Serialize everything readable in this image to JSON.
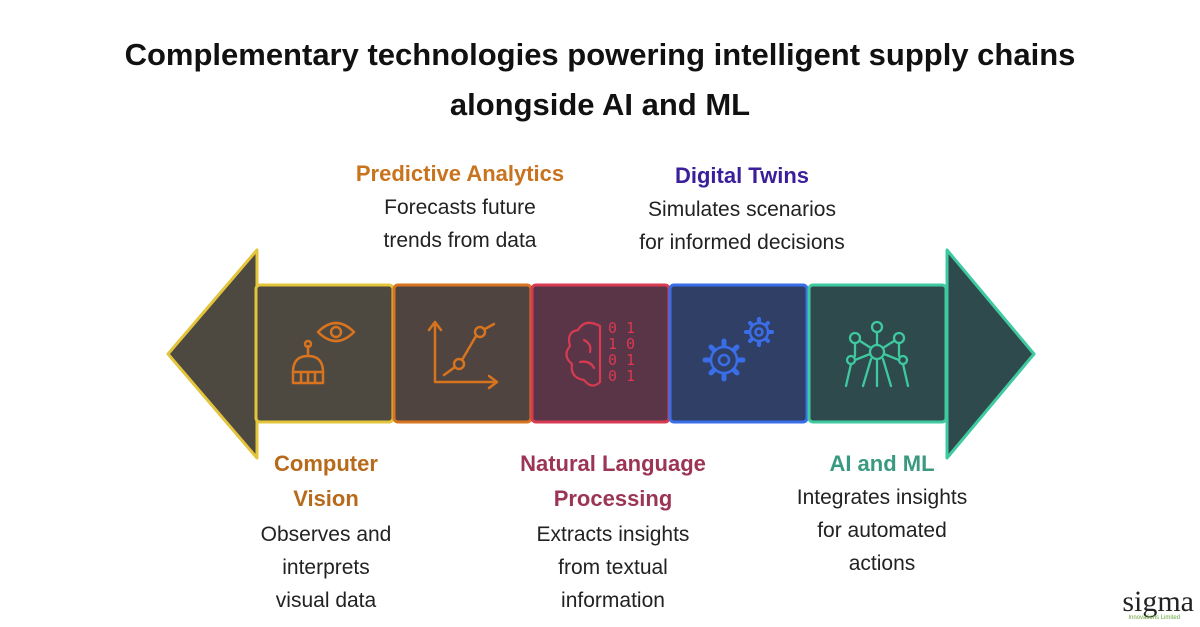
{
  "title": {
    "line1": "Complementary technologies powering intelligent supply chains",
    "line2": "alongside AI and ML"
  },
  "segments": [
    {
      "name": "Computer Vision",
      "head_line1": "Computer",
      "head_line2": "Vision",
      "desc_lines": [
        "Observes and",
        "interprets",
        "visual data"
      ],
      "color": "#b86a1b",
      "border": "#e3c43a",
      "fill": "#4d4941",
      "icon": "robot-eye-icon"
    },
    {
      "name": "Predictive Analytics",
      "head_line1": "Predictive Analytics",
      "desc_lines": [
        "Forecasts future",
        "trends from data"
      ],
      "color": "#c8731e",
      "border": "#d8731f",
      "fill": "#4f443f",
      "icon": "line-chart-icon"
    },
    {
      "name": "Natural Language Processing",
      "head_line1": "Natural Language",
      "head_line2": "Processing",
      "desc_lines": [
        "Extracts insights",
        "from textual",
        "information"
      ],
      "color": "#9c3555",
      "border": "#d83a52",
      "fill": "#5a3547",
      "icon": "brain-binary-icon"
    },
    {
      "name": "Digital Twins",
      "head_line1": "Digital Twins",
      "desc_lines": [
        "Simulates scenarios",
        "for informed decisions"
      ],
      "color": "#3b1f9a",
      "border": "#3a6ee8",
      "fill": "#2f3f66",
      "icon": "gears-icon"
    },
    {
      "name": "AI and ML",
      "head_line1": "AI and ML",
      "desc_lines": [
        "Integrates insights",
        "for automated",
        "actions"
      ],
      "color": "#3a9a80",
      "border": "#3ec9a0",
      "fill": "#2f4a4c",
      "icon": "network-icon"
    }
  ],
  "arrow_colors": {
    "left_fill": "#4d4941",
    "left_border": "#e3c43a",
    "right_fill": "#2f4a4c",
    "right_border": "#3ec9a0"
  },
  "logo": {
    "brand": "sigma",
    "tagline": "Innovations Limited"
  }
}
